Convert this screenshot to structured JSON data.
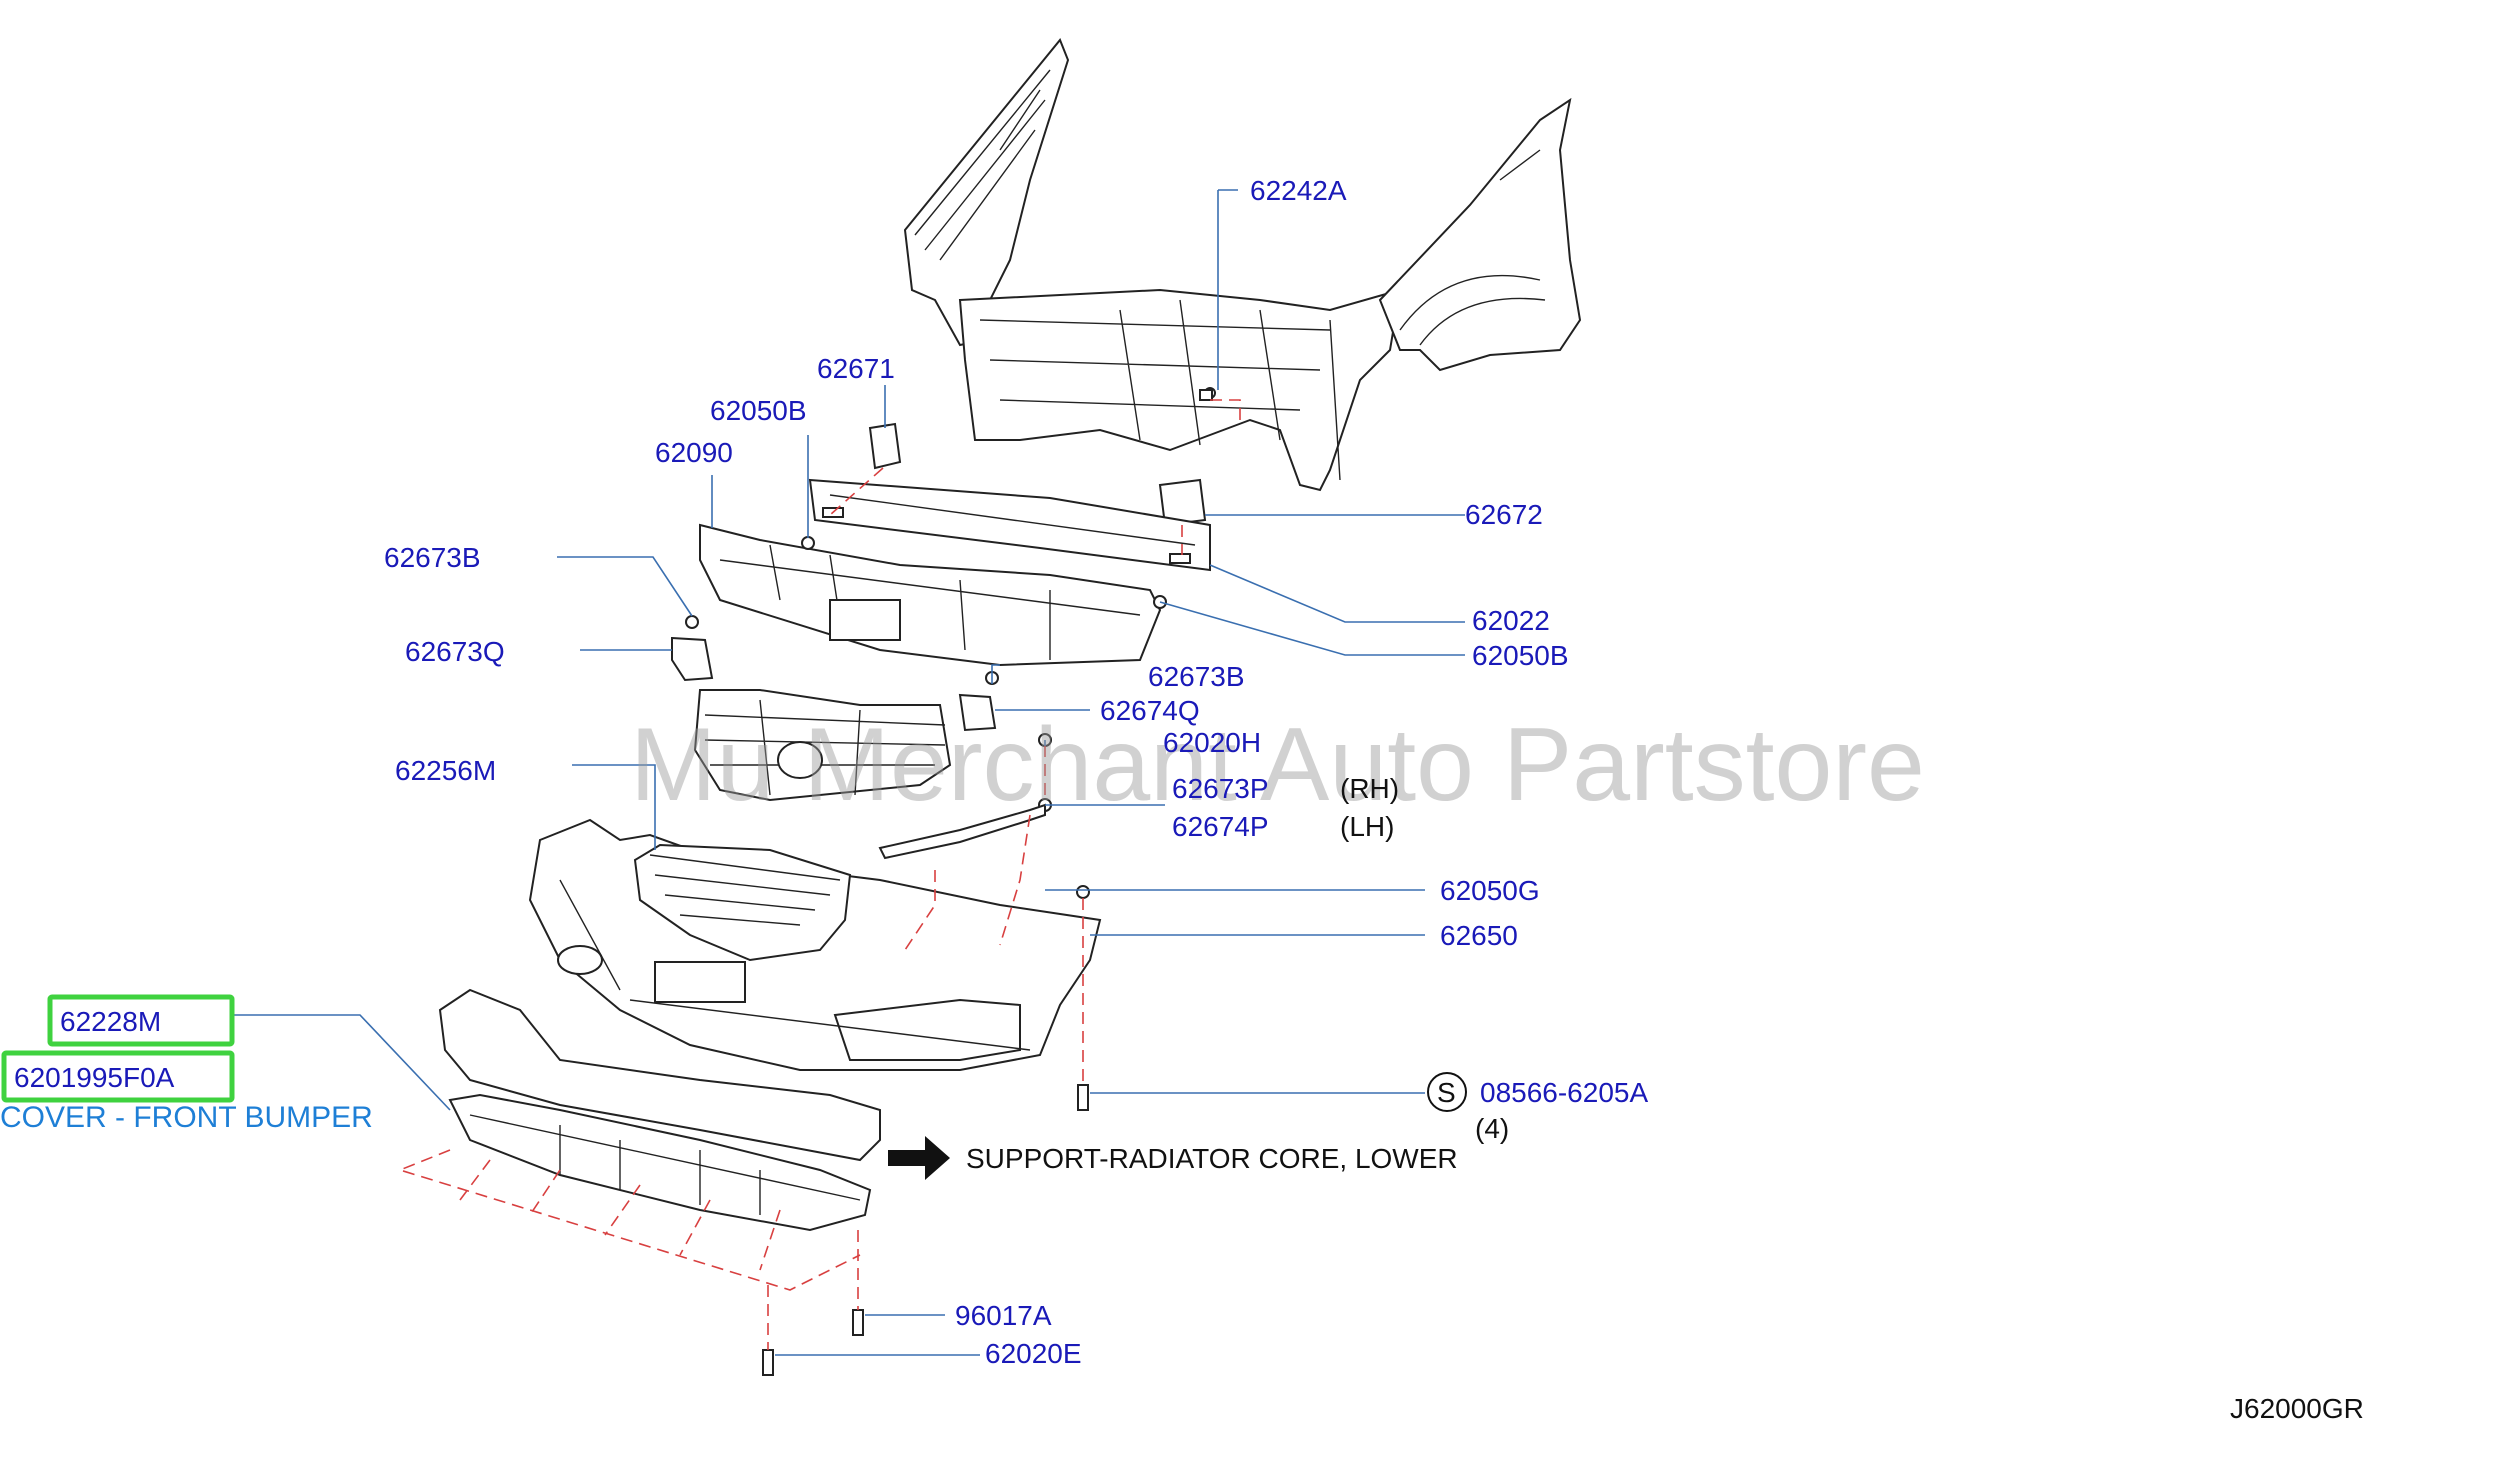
{
  "watermark": "Mu Merchant Auto Partstore",
  "drawing_code": "J62000GR",
  "callouts": {
    "p62242A": "62242A",
    "p62671": "62671",
    "p62050B_top": "62050B",
    "p62090": "62090",
    "p62672": "62672",
    "p62673B_left": "62673B",
    "p62022": "62022",
    "p62050B_right": "62050B",
    "p62673Q": "62673Q",
    "p62673B_mid": "62673B",
    "p62674Q": "62674Q",
    "p62020H": "62020H",
    "p62256M": "62256M",
    "p62673P": "62673P",
    "rh": "(RH)",
    "p62674P": "62674P",
    "lh": "(LH)",
    "p62050G": "62050G",
    "p62650": "62650",
    "p62228M": "62228M",
    "p6201995F0A": "6201995F0A",
    "cover_desc": "COVER - FRONT BUMPER",
    "s_symbol": "S",
    "p08566": "08566-6205A",
    "qty4": "(4)",
    "support_note": "SUPPORT-RADIATOR  CORE,  LOWER",
    "p96017A": "96017A",
    "p62020E": "62020E"
  },
  "colors": {
    "label": "#1a1ab8",
    "leader": "#3a6fb0",
    "dashed_guide": "#d84040",
    "highlight": "#3fd23f",
    "cover_text": "#1e7fd6"
  }
}
